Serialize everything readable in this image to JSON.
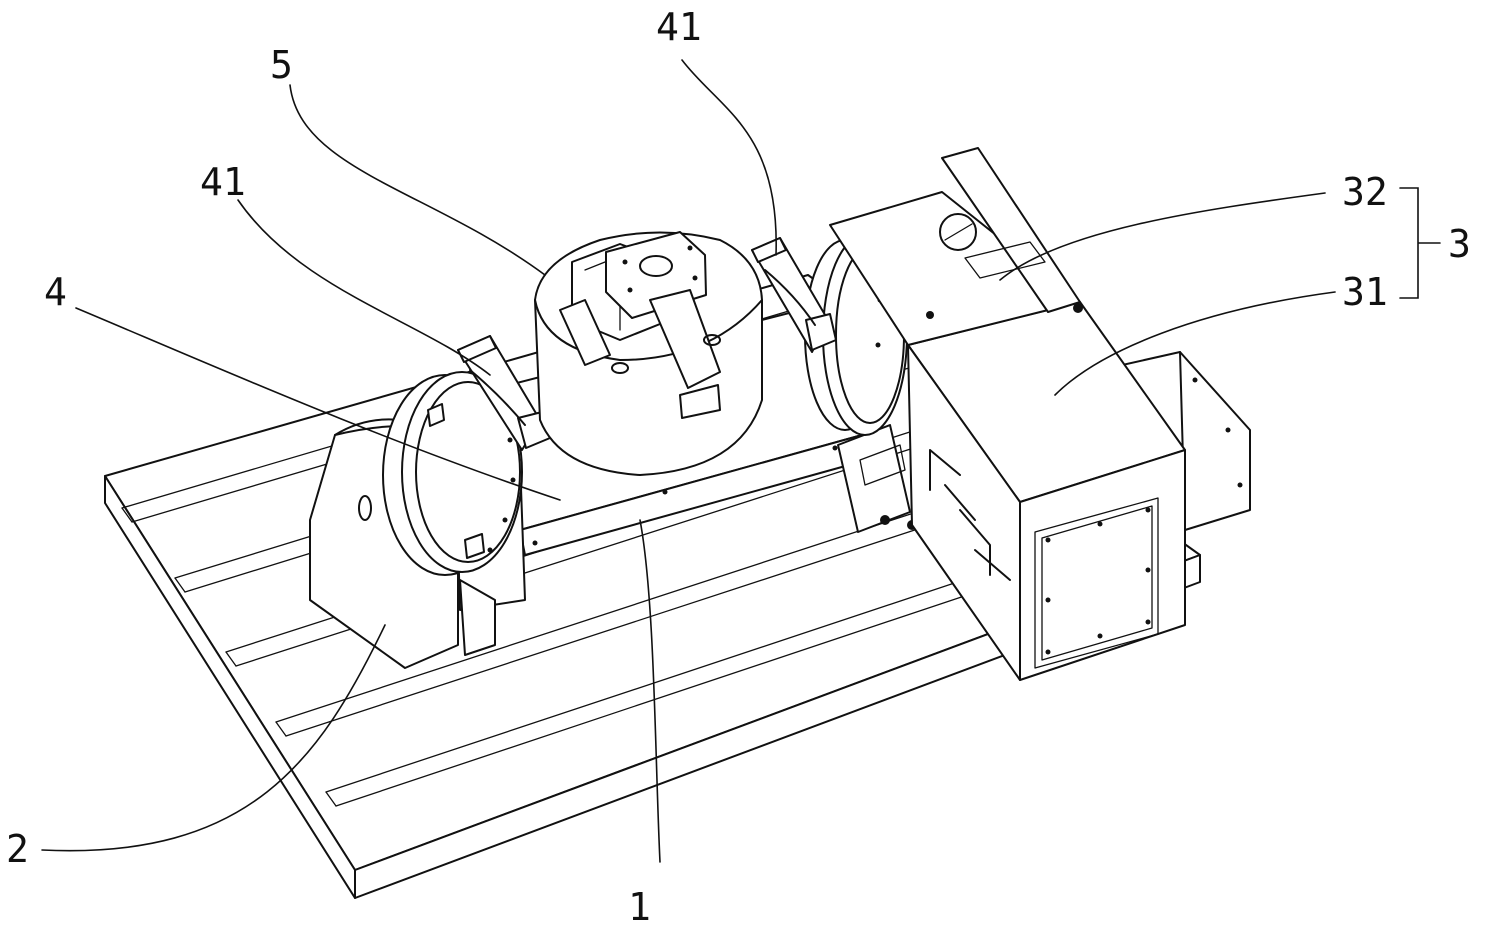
{
  "diagram": {
    "labels": {
      "frame": "1",
      "support": "2",
      "drive_group": "3",
      "drive_top": "32",
      "drive_housing": "31",
      "cradle": "4",
      "clamp_left": "41",
      "clamp_right": "41",
      "chuck": "5"
    },
    "colors": {
      "line": "#111111",
      "background": "#ffffff"
    }
  }
}
